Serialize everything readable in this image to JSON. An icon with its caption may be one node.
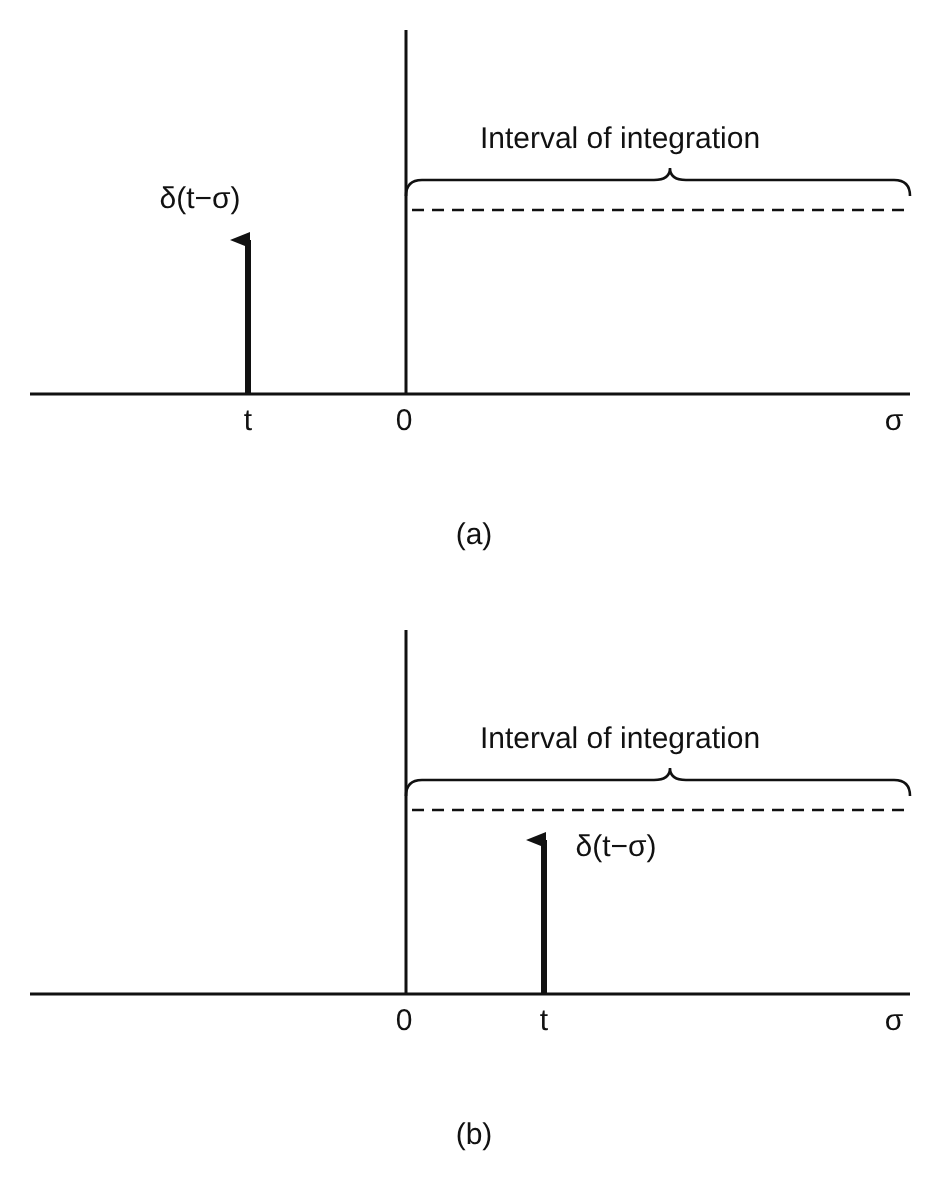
{
  "diagram": {
    "labels": [
      "Interval of integration",
      "δ(t−σ)",
      "t",
      "0",
      "σ",
      "(a)",
      "Interval of integration",
      "δ(t−σ)",
      "0",
      "t",
      "σ",
      "(b)"
    ]
  }
}
